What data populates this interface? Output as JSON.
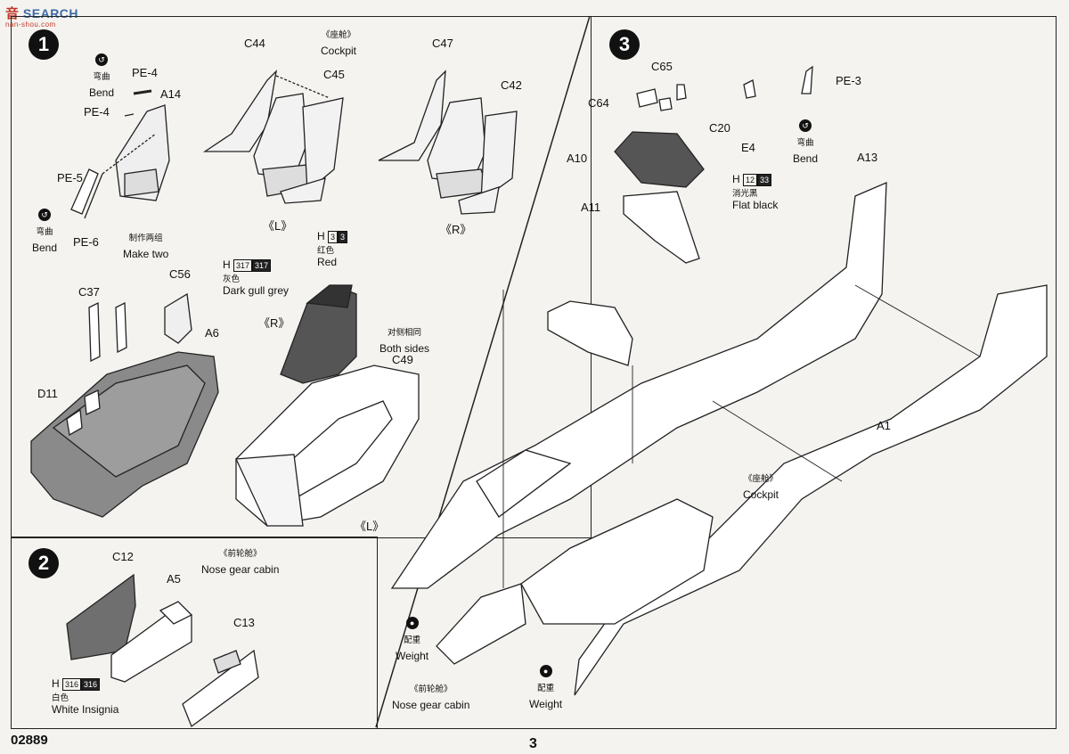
{
  "watermark": {
    "brand": "SEARCH",
    "cn": "音",
    "sub": "nan-shou.com"
  },
  "steps": {
    "s1": "1",
    "s2": "2",
    "s3": "3"
  },
  "step1": {
    "parts": {
      "pe4a": "PE-4",
      "pe4b": "PE-4",
      "a14": "A14",
      "pe5": "PE-5",
      "pe6": "PE-6",
      "c44": "C44",
      "c45": "C45",
      "c47": "C47",
      "c42": "C42",
      "c37": "C37",
      "c56": "C56",
      "a6": "A6",
      "d11": "D11",
      "c49": "C49"
    },
    "bend_top": {
      "cn": "弯曲",
      "en": "Bend"
    },
    "bend_bottom": {
      "cn": "弯曲",
      "en": "Bend"
    },
    "make_two": {
      "cn": "制作两组",
      "en": "Make two"
    },
    "cockpit": {
      "cn": "《座舱》",
      "en": "Cockpit"
    },
    "left1": "《L》",
    "right1": "《R》",
    "red": {
      "h": "H",
      "n1": "3",
      "n2": "3",
      "cn": "红色",
      "en": "Red"
    },
    "dark_gull": {
      "h": "H",
      "n1": "317",
      "n2": "317",
      "cn": "灰色",
      "en": "Dark gull grey"
    },
    "right2": "《R》",
    "both": {
      "cn": "对侧相同",
      "en": "Both sides"
    },
    "left2": "《L》"
  },
  "step2": {
    "title": {
      "cn": "《前轮舱》",
      "en": "Nose gear cabin"
    },
    "parts": {
      "c12": "C12",
      "a5": "A5",
      "c13": "C13"
    },
    "white": {
      "h": "H",
      "n1": "316",
      "n2": "316",
      "cn": "白色",
      "en": "White Insignia"
    }
  },
  "step3": {
    "parts": {
      "c65": "C65",
      "c64": "C64",
      "c20": "C20",
      "e4": "E4",
      "pe3": "PE-3",
      "a10": "A10",
      "a11": "A11",
      "a13": "A13",
      "a1": "A1"
    },
    "bend": {
      "cn": "弯曲",
      "en": "Bend"
    },
    "flat_black": {
      "h": "H",
      "n1": "12",
      "n2": "33",
      "cn": "消光黑",
      "en": "Flat black"
    },
    "cockpit": {
      "cn": "《座舱》",
      "en": "Cockpit"
    },
    "weight1": {
      "cn": "配重",
      "en": "Weight"
    },
    "weight2": {
      "cn": "配重",
      "en": "Weight"
    },
    "nose_gear": {
      "cn": "《前轮舱》",
      "en": "Nose gear cabin"
    }
  },
  "footer": {
    "code": "02889",
    "page": "3"
  },
  "colors": {
    "ink": "#111111",
    "paper": "#f4f3ef",
    "part_fill": "#8a8a8a",
    "dark_fill": "#4a4a4a"
  }
}
